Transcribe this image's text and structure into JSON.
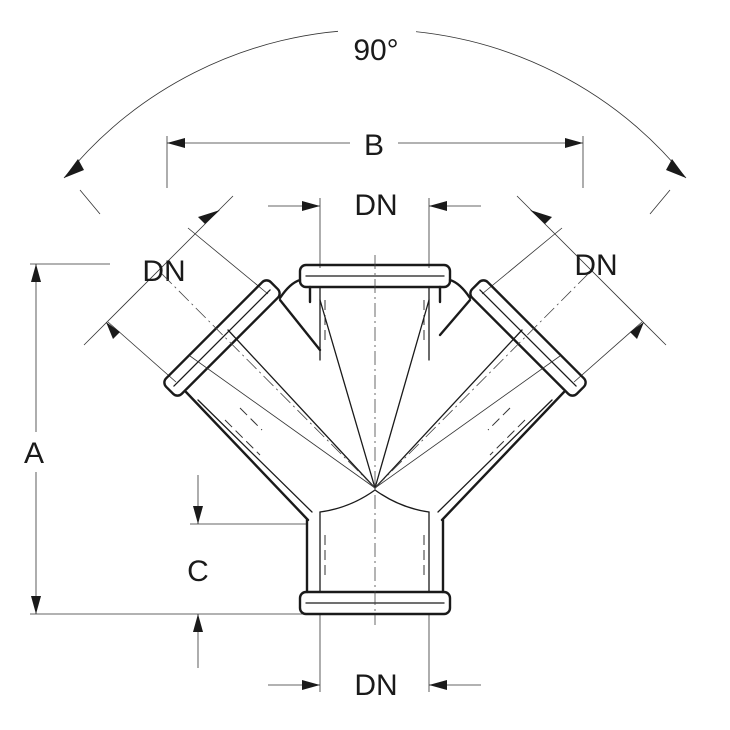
{
  "diagram": {
    "angle_label": "90°",
    "labels": {
      "width": "B",
      "height": "A",
      "offset": "C",
      "dn_top": "DN",
      "dn_left": "DN",
      "dn_right": "DN",
      "dn_bottom": "DN"
    }
  }
}
